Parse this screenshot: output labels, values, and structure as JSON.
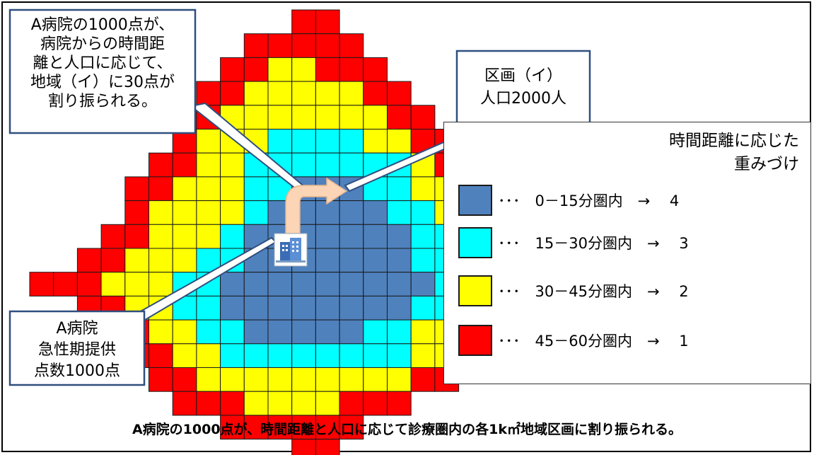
{
  "colors": {
    "band_0_15": "#4f81bd",
    "band_15_30": "#00ffff",
    "band_30_45": "#ffff00",
    "band_45_60": "#ff0000",
    "grid_line": "#1a1a1a",
    "arrow_fill": "#fbd5b5",
    "callout_border": "#2f4f7f"
  },
  "callouts": {
    "allocation_note": "A病院の1000点が、\n病院からの時間距\n離と人口に応じて、\n地域（イ）に30点が\n割り振られる。",
    "zone_note": "区画（イ）\n人口2000人",
    "hospital_note": "A病院\n急性期提供\n点数1000点"
  },
  "legend": {
    "title": "時間距離に応じた\n重みづけ",
    "items": [
      {
        "swatch_color": "#4f81bd",
        "label": "･･･　0－15分圏内　→　 4"
      },
      {
        "swatch_color": "#00ffff",
        "label": "･･･　15－30分圏内　→　 3"
      },
      {
        "swatch_color": "#ffff00",
        "label": "･･･　30－45分圏内　→　 2"
      },
      {
        "swatch_color": "#ff0000",
        "label": "･･･　45－60分圏内　→　 1"
      }
    ]
  },
  "hospital_icon": "hospital-building-icon",
  "caption": "A病院の1000点が、時間距離と人口に応じて診療圏内の各1k㎡地域区画に割り振られる。"
}
